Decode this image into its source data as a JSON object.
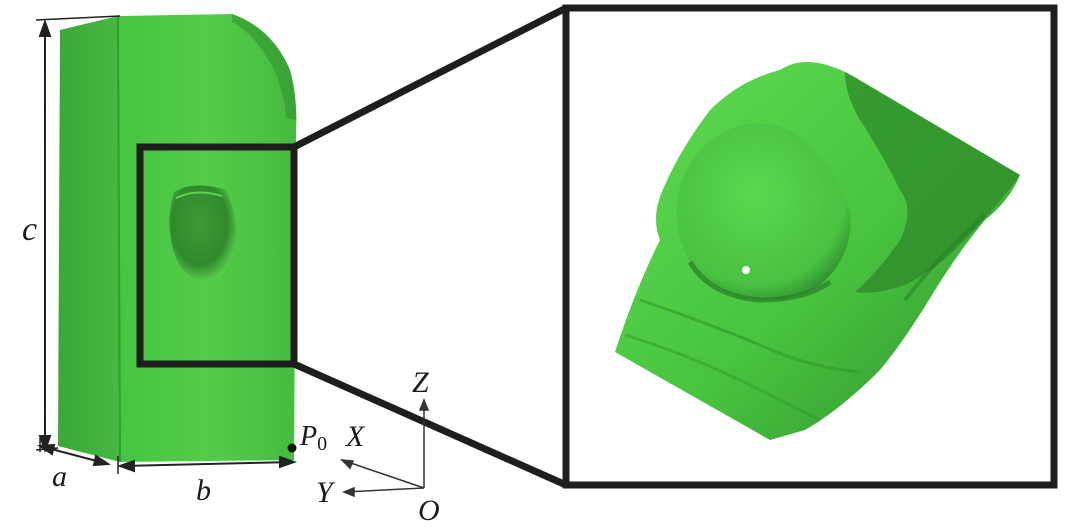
{
  "labels": {
    "a": "a",
    "b": "b",
    "c": "c",
    "p0_main": "P",
    "p0_sub": "0",
    "axis_x": "X",
    "axis_y": "Y",
    "axis_z": "Z",
    "origin": "O"
  },
  "colors": {
    "specimen_fill": "#3fb83a",
    "specimen_light": "#55d04c",
    "specimen_dark": "#2e8f2b",
    "frame": "#1e1e1e",
    "dimension_line": "#222222"
  }
}
